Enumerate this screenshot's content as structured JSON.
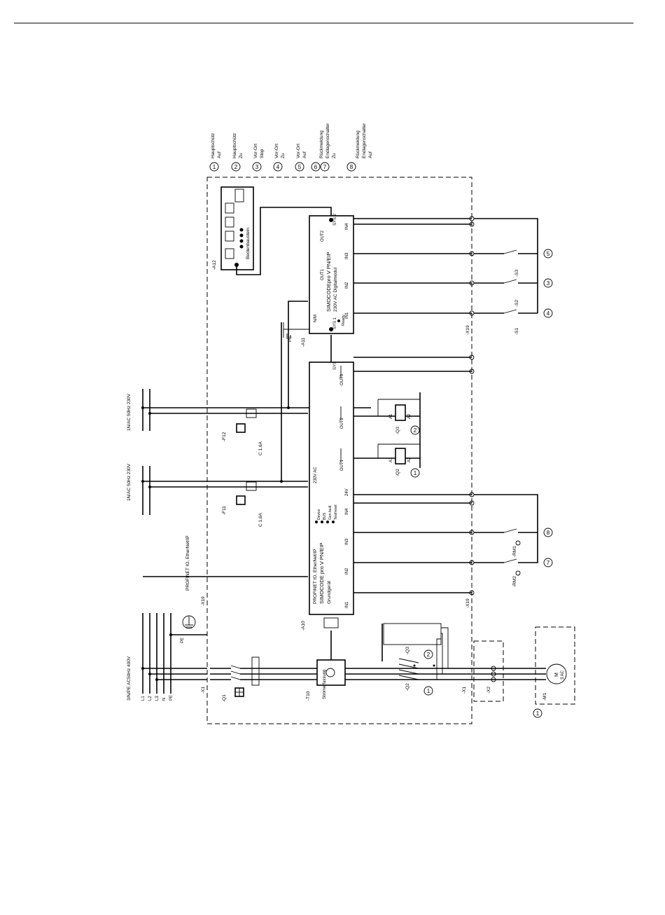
{
  "legend": [
    {
      "num": "1",
      "lines": [
        "Hauptschütz",
        "Auf"
      ]
    },
    {
      "num": "2",
      "lines": [
        "Hauptschütz",
        "Zu"
      ]
    },
    {
      "num": "3",
      "lines": [
        "Vor-Ort",
        "Stop"
      ]
    },
    {
      "num": "4",
      "lines": [
        "Vor-Ort",
        "Zu"
      ]
    },
    {
      "num": "5",
      "lines": [
        "Vor-Ort",
        "Auf"
      ]
    },
    {
      "num": "6",
      "lines": [
        "Rückmeldung",
        "Endlagenschalter",
        "Zu"
      ]
    },
    {
      "num": "8",
      "lines": [
        "Rückmeldung",
        "Endlagenschalter",
        "Auf"
      ]
    }
  ],
  "supply": {
    "main": "3/N/PE AC50Hz 400V",
    "ctrl1": "1N/AC 50Hz 230V",
    "ctrl2": "1N/AC 50Hz 230V",
    "phases": [
      "L1",
      "L2",
      "L3",
      "N",
      "PE"
    ],
    "fuse_rating": "C 1,6A",
    "profinet": "PROFINET IO, EtherNet/IP"
  },
  "labels": {
    "k1": "-X1",
    "k2": "-X2",
    "m1": "-M1",
    "motor": "M",
    "motor_sub": "3 AC",
    "pe": "PE",
    "q1": "-Q1",
    "q2": "-Q2",
    "q3": "-Q3",
    "f11": "-F11",
    "f12": "-F12",
    "t10": "-T10",
    "t10_name": "Stromerfassung",
    "a10": "-A10",
    "a11": "-A11",
    "a12": "-A12",
    "x19": "-X19",
    "x19b": "-X19",
    "s1": "-S1",
    "s2": "-S2",
    "s3": "-S3",
    "rm1": "-RM1",
    "rm2": "-RM2",
    "panel": "Bedienbaustein",
    "basic_title": "SIMOCODE pro V PN/EIP",
    "basic_sub": "Grundgerät",
    "basic_net": "PROFINET IO, EtherNet/IP",
    "basic_supply": "230V AC",
    "dm_title": "SIMOCODEpro V PN/EIP",
    "dm_sub": "230V AC Digitalmodul",
    "ready": "Ready",
    "led_device": "Device",
    "led_bus": "BUS",
    "led_genfault": "Gen.fault",
    "led_testreset": "Test/reset",
    "sys1": "SYS 1",
    "sys2": "SYS 2",
    "sys": "SYS",
    "out1": "OUT1",
    "out2": "OUT2",
    "out3": "OUT3",
    "in1": "IN1",
    "in2": "IN2",
    "in3": "IN3",
    "in4": "IN4",
    "a1": "A1",
    "a2": "A2",
    "n_label": "N/M",
    "p24": "24V",
    "pe_a11": "PE"
  }
}
